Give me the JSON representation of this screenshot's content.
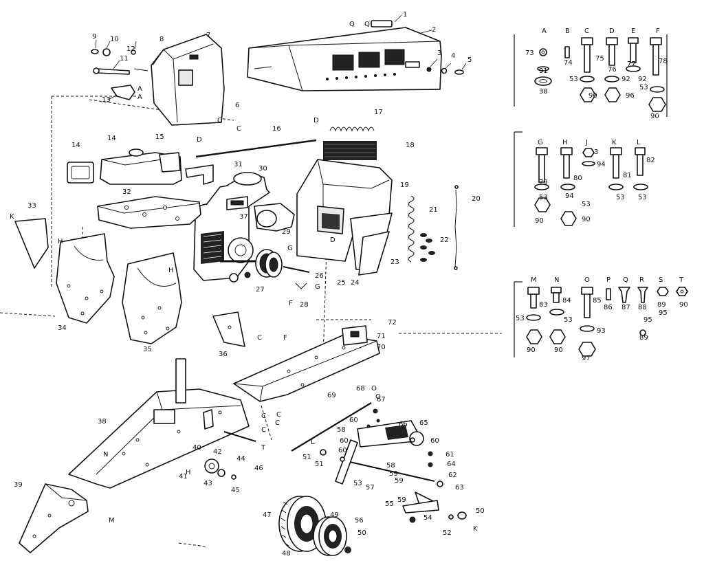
{
  "bolts_header_1": [
    "A",
    "B",
    "C",
    "D",
    "E",
    "F"
  ],
  "bolts_header_2": [
    "G",
    "H",
    "J",
    "K",
    "L"
  ],
  "bolts_header_3": [
    "M",
    "N",
    "O",
    "P",
    "Q",
    "R",
    "S",
    "T"
  ],
  "bolt_group_1": [
    "73",
    "91",
    "38",
    "74",
    "75",
    "53",
    "90",
    "76",
    "92",
    "96",
    "77",
    "92",
    "78",
    "53",
    "90"
  ],
  "bolt_group_2": [
    "79",
    "53",
    "90",
    "80",
    "94",
    "90",
    "53",
    "3",
    "94",
    "81",
    "53",
    "82",
    "53"
  ],
  "bolt_group_3": [
    "83",
    "53",
    "90",
    "84",
    "53",
    "90",
    "85",
    "93",
    "97",
    "86",
    "87",
    "88",
    "95",
    "89",
    "89",
    "95",
    "90"
  ],
  "part_numbers": [
    "1",
    "2",
    "3",
    "4",
    "5",
    "6",
    "7",
    "8",
    "9",
    "10",
    "11",
    "12",
    "13",
    "14",
    "14",
    "15",
    "16",
    "17",
    "18",
    "19",
    "20",
    "21",
    "22",
    "23",
    "24",
    "25",
    "26",
    "27",
    "28",
    "29",
    "30",
    "31",
    "32",
    "33",
    "34",
    "35",
    "36",
    "37",
    "38",
    "39",
    "40",
    "41",
    "42",
    "43",
    "44",
    "45",
    "46",
    "47",
    "48",
    "49",
    "50",
    "50",
    "51",
    "51",
    "52",
    "53",
    "54",
    "55",
    "56",
    "57",
    "58",
    "58",
    "59",
    "59",
    "59",
    "60",
    "60",
    "60",
    "60",
    "61",
    "62",
    "63",
    "64",
    "65",
    "66",
    "67",
    "68",
    "69",
    "70",
    "71",
    "72"
  ],
  "ref_letters": [
    "Q",
    "Q",
    "A",
    "A",
    "C",
    "C",
    "D",
    "D",
    "D",
    "K",
    "H",
    "H",
    "G",
    "G",
    "F",
    "F",
    "C",
    "C",
    "C",
    "C",
    "C",
    "T",
    "N",
    "H",
    "M",
    "L",
    "O",
    "K",
    "O"
  ]
}
